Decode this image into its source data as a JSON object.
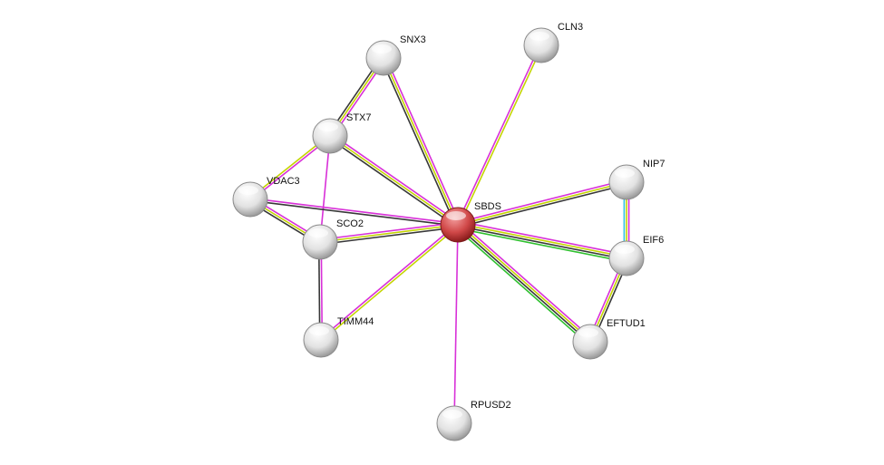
{
  "colors": {
    "experiments": "#d830d8",
    "textmining": "#c4d400",
    "coexpression": "#383838",
    "neighborhood": "#2ec02e",
    "databases": "#30c0e0",
    "query_node": "#d04848",
    "node": "#e6e6e6"
  },
  "query": "SBDS",
  "nodes": [
    {
      "id": "SNX3",
      "label": "SNX3"
    },
    {
      "id": "CLN3",
      "label": "CLN3"
    },
    {
      "id": "STX7",
      "label": "STX7"
    },
    {
      "id": "NIP7",
      "label": "NIP7"
    },
    {
      "id": "VDAC3",
      "label": "VDAC3"
    },
    {
      "id": "SBDS",
      "label": "SBDS"
    },
    {
      "id": "SCO2",
      "label": "SCO2"
    },
    {
      "id": "EIF6",
      "label": "EIF6"
    },
    {
      "id": "TIMM44",
      "label": "TIMM44"
    },
    {
      "id": "EFTUD1",
      "label": "EFTUD1"
    },
    {
      "id": "RPUSD2",
      "label": "RPUSD2"
    }
  ],
  "edges": [
    {
      "a": "SNX3",
      "b": "STX7",
      "channels": [
        "experiments",
        "textmining",
        "coexpression"
      ]
    },
    {
      "a": "SNX3",
      "b": "SBDS",
      "channels": [
        "experiments",
        "textmining",
        "coexpression"
      ]
    },
    {
      "a": "CLN3",
      "b": "SBDS",
      "channels": [
        "textmining",
        "experiments"
      ]
    },
    {
      "a": "STX7",
      "b": "VDAC3",
      "channels": [
        "experiments",
        "textmining"
      ]
    },
    {
      "a": "STX7",
      "b": "SCO2",
      "channels": [
        "experiments"
      ]
    },
    {
      "a": "STX7",
      "b": "SBDS",
      "channels": [
        "experiments",
        "textmining",
        "coexpression"
      ]
    },
    {
      "a": "VDAC3",
      "b": "SBDS",
      "channels": [
        "experiments",
        "coexpression"
      ]
    },
    {
      "a": "VDAC3",
      "b": "SCO2",
      "channels": [
        "experiments",
        "textmining",
        "coexpression"
      ]
    },
    {
      "a": "SCO2",
      "b": "SBDS",
      "channels": [
        "experiments",
        "textmining",
        "coexpression"
      ]
    },
    {
      "a": "SCO2",
      "b": "TIMM44",
      "channels": [
        "experiments",
        "coexpression"
      ]
    },
    {
      "a": "TIMM44",
      "b": "SBDS",
      "channels": [
        "experiments",
        "textmining"
      ]
    },
    {
      "a": "RPUSD2",
      "b": "SBDS",
      "channels": [
        "experiments"
      ]
    },
    {
      "a": "NIP7",
      "b": "SBDS",
      "channels": [
        "coexpression",
        "textmining",
        "experiments"
      ]
    },
    {
      "a": "NIP7",
      "b": "EIF6",
      "channels": [
        "experiments",
        "textmining",
        "databases"
      ]
    },
    {
      "a": "EIF6",
      "b": "SBDS",
      "channels": [
        "neighborhood",
        "coexpression",
        "textmining",
        "experiments"
      ]
    },
    {
      "a": "EIF6",
      "b": "EFTUD1",
      "channels": [
        "coexpression",
        "textmining",
        "experiments"
      ]
    },
    {
      "a": "EFTUD1",
      "b": "SBDS",
      "channels": [
        "neighborhood",
        "coexpression",
        "textmining",
        "experiments"
      ]
    }
  ]
}
